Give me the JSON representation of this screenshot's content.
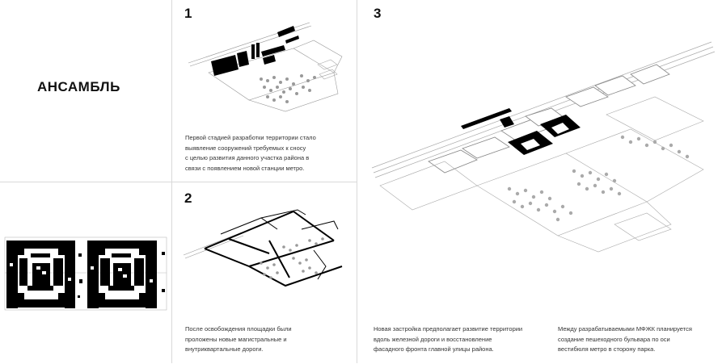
{
  "title": "АНСАМБЛЬ",
  "steps": [
    {
      "number": "1",
      "lines": [
        "Первой стадией разработки территории стало",
        "выявление сооружений требуемых к сносу",
        "с целью развития данного участка района в",
        "связи с появлением новой станции метро."
      ]
    },
    {
      "number": "2",
      "lines": [
        "После освобождения площадки были",
        "проложены новые магистральные и",
        "внутриквартальные дороги."
      ]
    },
    {
      "number": "3",
      "lines_a": [
        "Новая застройка предполагает развитие территории",
        "вдоль железной дороги и восстановление",
        "фасадного фронта главной улицы района."
      ],
      "lines_b": [
        "Между разрабатываемыми МФЖК планируется",
        "создание пешеходного бульвара по оси",
        "вестибюля метро в сторону парка."
      ]
    }
  ]
}
